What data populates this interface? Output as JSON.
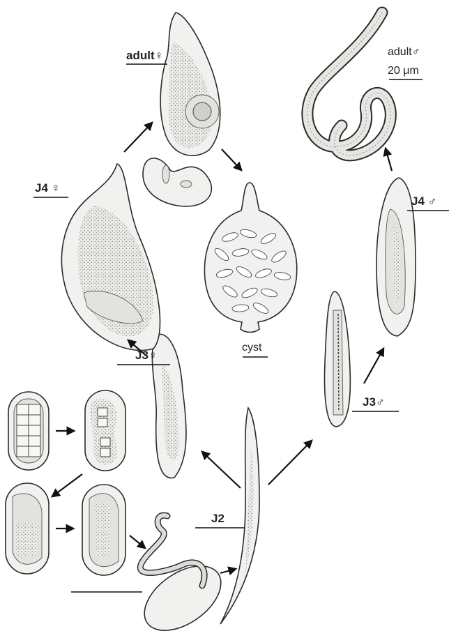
{
  "labels": {
    "adult_female": "adult♀",
    "adult_male": "adult♂",
    "scale": "20 μm",
    "j4_female": "J4 ♀",
    "j4_male": "J4 ♂",
    "j3_female": "J3♀",
    "j3_male": "J3♂",
    "j2": "J2",
    "cyst": "cyst"
  }
}
